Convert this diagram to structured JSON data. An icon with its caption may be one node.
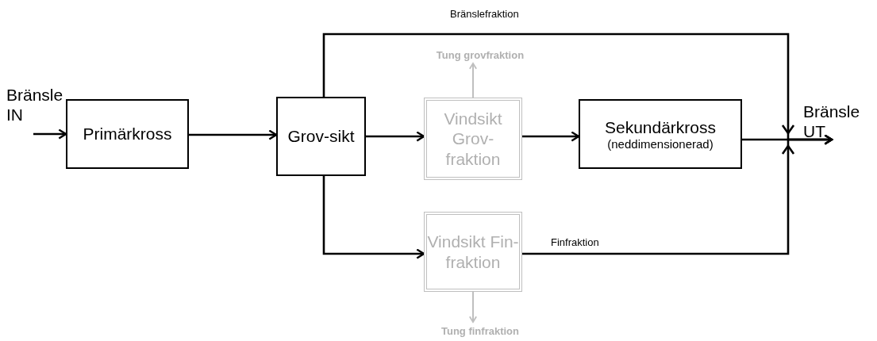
{
  "diagram": {
    "nodes": [
      {
        "text": [
          "Bränsle IN"
        ]
      },
      {
        "text": [
          "Primärkross"
        ]
      },
      {
        "text": [
          "Grov-sikt"
        ]
      },
      {
        "text": [
          "Vindsikt Grov-fraktion"
        ]
      },
      {
        "text": [
          "Tung grovfraktion"
        ]
      },
      {
        "text": [
          "Sekundärkross",
          "(neddimensionerad)"
        ]
      },
      {
        "text": [
          "Vindsikt Fin-fraktion"
        ]
      },
      {
        "text": [
          "Tung finfraktion"
        ]
      },
      {
        "text": [
          "Bränsle UT"
        ]
      }
    ],
    "edges": [
      {
        "from": 0,
        "to": 1,
        "arrow": "to"
      },
      {
        "from": 1,
        "to": 2,
        "arrow": "to"
      },
      {
        "from": 2,
        "to": 3,
        "arrow": "to"
      },
      {
        "from": 3,
        "to": 5,
        "arrow": "to"
      },
      {
        "from": 2,
        "to": 6,
        "arrow": "to"
      },
      {
        "from": 3,
        "to": 4,
        "arrow": "to",
        "color": "#bfbfbf"
      },
      {
        "from": 6,
        "to": 7,
        "arrow": "to",
        "color": "#bfbfbf"
      },
      {
        "from": 2,
        "to": 8,
        "arrow": "to",
        "label": "Bränslefraktion"
      },
      {
        "from": 5,
        "to": 8,
        "arrow": "to"
      },
      {
        "from": 6,
        "to": 8,
        "arrow": "to",
        "label": "Finfraktion"
      }
    ]
  }
}
